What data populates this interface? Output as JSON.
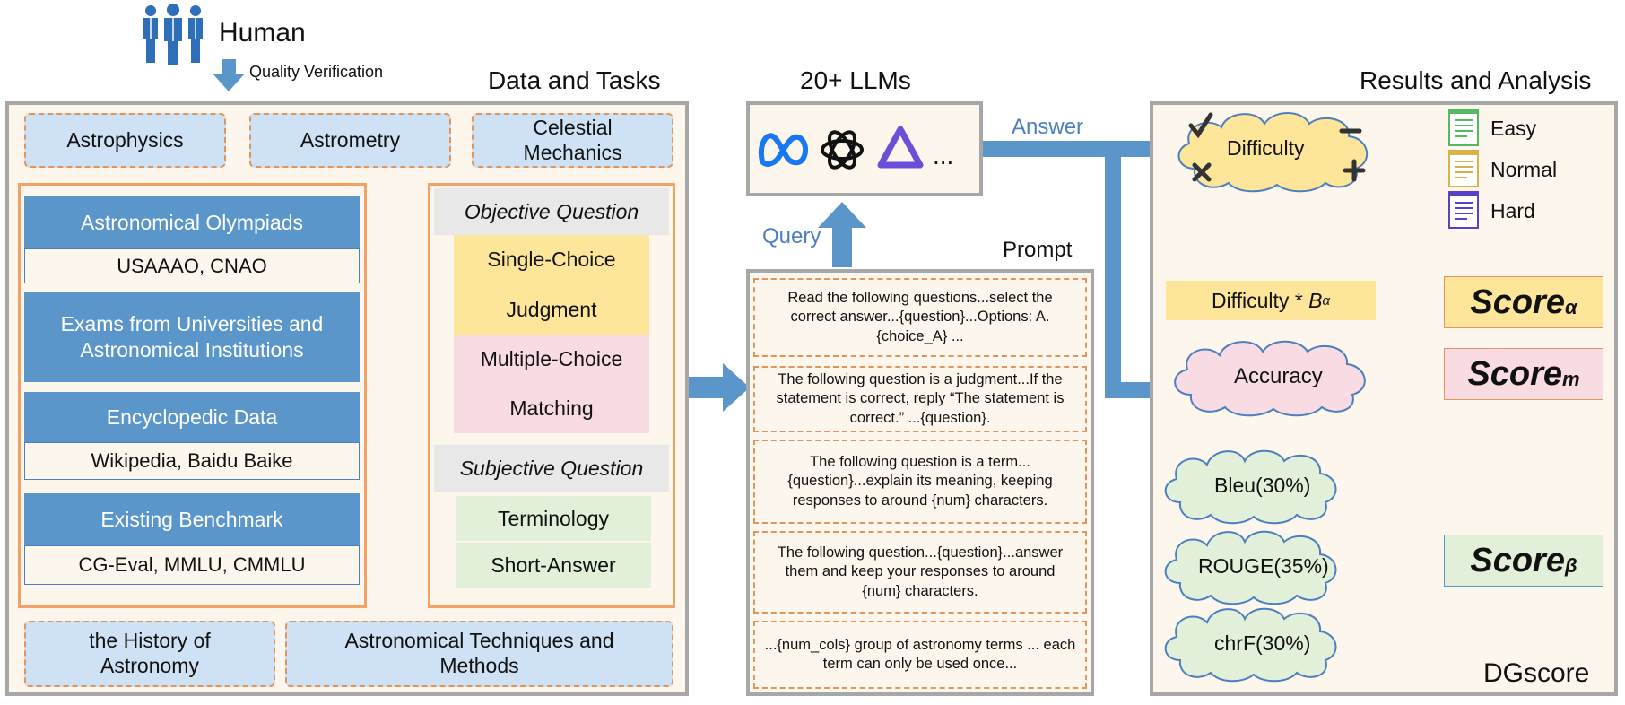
{
  "human": {
    "label": "Human",
    "verification": "Quality Verification"
  },
  "data_tasks": {
    "title": "Data and Tasks",
    "topics_top": [
      "Astrophysics",
      "Astrometry",
      "Celestial Mechanics"
    ],
    "topics_bottom": [
      "the History of Astronomy",
      "Astronomical Techniques and Methods"
    ],
    "sources": [
      {
        "head": "Astronomical Olympiads",
        "sub": "USAAAO, CNAO"
      },
      {
        "head": "Exams from Universities and Astronomical Institutions",
        "sub": ""
      },
      {
        "head": "Encyclopedic Data",
        "sub": "Wikipedia, Baidu Baike"
      },
      {
        "head": "Existing Benchmark",
        "sub": "CG-Eval, MMLU, CMMLU"
      }
    ],
    "objective": {
      "head": "Objective Question",
      "items": [
        "Single-Choice",
        "Judgment",
        "Multiple-Choice",
        "Matching"
      ]
    },
    "subjective": {
      "head": "Subjective Question",
      "items": [
        "Terminology",
        "Short-Answer"
      ]
    }
  },
  "llms": {
    "title": "20+ LLMs",
    "ellipsis": "...",
    "answer_label": "Answer",
    "query_label": "Query"
  },
  "prompt": {
    "title": "Prompt",
    "items": [
      "Read the following questions...select the correct answer...{question}...Options: A. {choice_A} ...",
      "The following question is a judgment...If the statement is correct, reply “The statement is correct.” ...{question}.",
      "The following question is a term...{question}...explain its meaning, keeping responses to around {num} characters.",
      "The following question...{question}...answer them and keep your responses to around {num} characters.",
      "...{num_cols} group of astronomy terms ... each term can only be used once..."
    ]
  },
  "results": {
    "title": "Results and Analysis",
    "difficulty": "Difficulty",
    "levels": [
      "Easy",
      "Normal",
      "Hard"
    ],
    "difficulty_formula": "Difficulty * ",
    "formula_symbol": "B",
    "formula_sub": "α",
    "accuracy": "Accuracy",
    "metrics": [
      "Bleu(30%)",
      "ROUGE(35%)",
      "chrF(30%)"
    ],
    "scores": [
      {
        "base": "Score",
        "sub": "α"
      },
      {
        "base": "Score",
        "sub": "m"
      },
      {
        "base": "Score",
        "sub": "β"
      }
    ],
    "footer": "DGscore"
  },
  "colors": {
    "arrow": "#5b96cb",
    "panel_bg": "#fdf6ec",
    "topic_bg": "#cfe2f5",
    "objective_yellow": "#fde59a",
    "objective_pink": "#f8dbe3",
    "subjective_green": "#e2f0da",
    "cloud_yellow": "#fde59a",
    "cloud_pink": "#f8dbe3",
    "cloud_green": "#e2f0da"
  }
}
